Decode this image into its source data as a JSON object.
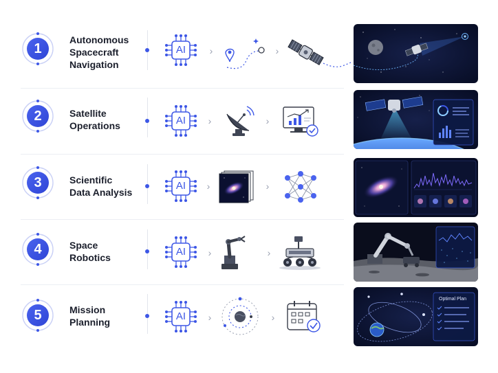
{
  "rows": [
    {
      "number": "1",
      "title_lines": [
        "Autonomous",
        "Spacecraft",
        "Navigation"
      ],
      "ai_label": "AI"
    },
    {
      "number": "2",
      "title_lines": [
        "Satellite",
        "Operations"
      ],
      "ai_label": "AI"
    },
    {
      "number": "3",
      "title_lines": [
        "Scientific",
        "Data Analysis"
      ],
      "ai_label": "AI"
    },
    {
      "number": "4",
      "title_lines": [
        "Space",
        "Robotics"
      ],
      "ai_label": "AI"
    },
    {
      "number": "5",
      "title_lines": [
        "Mission",
        "Planning"
      ],
      "ai_label": "AI"
    }
  ],
  "mission_panel": {
    "title": "Optimal Plan"
  },
  "colors": {
    "accent": "#3d57e6",
    "dark_panel": "#0b1230",
    "icon_gray": "#3a3f4b"
  }
}
